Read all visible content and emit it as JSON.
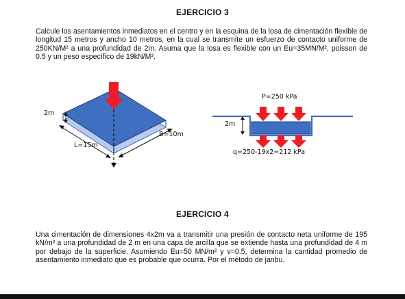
{
  "exercise3": {
    "title": "EJERCICIO 3",
    "text": "Calcule los asentamientos inmediatos en el centro y en la esquina de la losa de cimentación flexible de longitud 15 metros y ancho 10 metros, en la cual se transmite  un esfuerzo de contacto uniforme de 250KN/M² a una profundidad de 2m. Asuma que la losa es flexible con un Eu=35MN/M², poisson de 0.5 y un peso específico de 19kN/M³.",
    "figure_left": {
      "depth_label": "2m",
      "width_label": "B=10m",
      "length_label": "L=15m"
    },
    "figure_right": {
      "load_label": "P=250 kPa",
      "depth_label": "2m",
      "net_label": "q=250-19x2=212 kPa"
    }
  },
  "exercise4": {
    "title": "EJERCICIO 4",
    "text": "Una cimentación de dimensiones 4x2m va a transmitir una presión de contacto neta uniforme de 195 kN/m² a una profundidad de 2 m en una capa de arcilla que se extiende hasta una profundidad de 4 m por debajo de la superficie. Asumiendo Eu=50 MN/m² y v=0.5, determina la cantidad promedio de asentamiento inmediato que es probable que ocurra. Por el método de janbu."
  },
  "colors": {
    "slab_blue": "#3f6fc0",
    "slab_light": "#b9cbec",
    "arrow_red": "#ee1c24"
  }
}
